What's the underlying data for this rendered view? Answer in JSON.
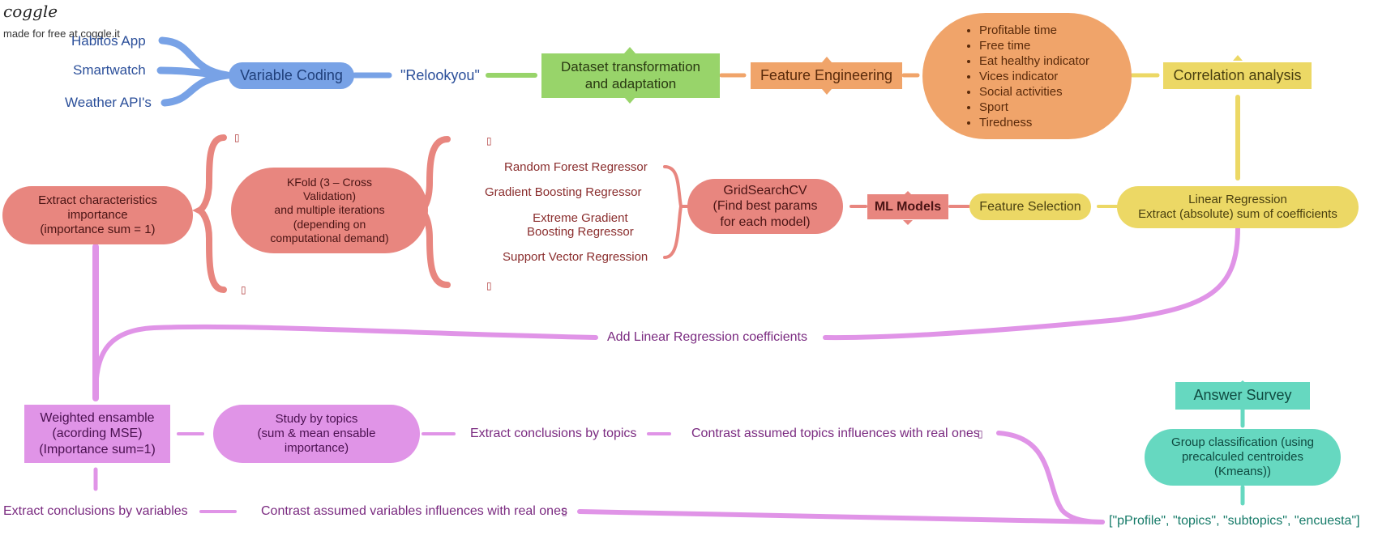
{
  "brand": {
    "logo": "coggle",
    "made_with": "made for free at coggle.it"
  },
  "sources": [
    "Habitos  App",
    "Smartwatch",
    "Weather API's"
  ],
  "nodes": {
    "variable_coding": "Variable Coding",
    "relookyou": "\"Relookyou\"",
    "dataset_transformation": "Dataset transformation and adaptation",
    "feature_engineering": "Feature Engineering",
    "features": [
      "Profitable time",
      "Free time",
      "Eat healthy indicator",
      "Vices indicator",
      "Social activities",
      "Sport",
      "Tiredness"
    ],
    "correlation_analysis": "Correlation analysis",
    "linear_regression_line1": "Linear Regression",
    "linear_regression_line2": "Extract (absolute) sum of coefficients",
    "feature_selection": "Feature Selection",
    "ml_models": "ML Models",
    "gridsearch": "GridSearchCV\n(Find best params\nfor each model)",
    "models": [
      "Random Forest Regressor",
      "Gradient Boosting Regressor",
      "Extreme Gradient\nBoosting Regressor",
      "Support Vector Regression"
    ],
    "kfold": "KFold (3 – Cross\nValidation)\nand multiple iterations\n(depending on\ncomputational demand)",
    "extract_importance": "Extract characteristics\nimportance\n(importance sum = 1)",
    "add_lr_coefficients": "Add Linear Regression coefficients",
    "weighted_ensamble": "Weighted ensamble\n(acording MSE)\n(Importance sum=1)",
    "study_by_topics": "Study by topics\n(sum & mean ensable\nimportance)",
    "extract_conclusions_topics": "Extract conclusions by topics",
    "contrast_topics": "Contrast assumed topics influences with real ones",
    "extract_conclusions_variables": "Extract conclusions by variables",
    "contrast_variables": "Contrast assumed variables influences with real ones",
    "answer_survey": "Answer Survey",
    "group_classification": "Group classification (using\nprecalculed centroides\n(Kmeans))",
    "output_keys": "[\"pProfile\", \"topics\", \"subtopics\", \"encuesta\"]",
    "placeholder_glyph": "▯"
  },
  "colors": {
    "blue": "#78a2e6",
    "green": "#98d46a",
    "orange": "#f0a46a",
    "yellow": "#ecd865",
    "red": "#e8867f",
    "violet": "#e094e7",
    "teal": "#66d8c0"
  }
}
